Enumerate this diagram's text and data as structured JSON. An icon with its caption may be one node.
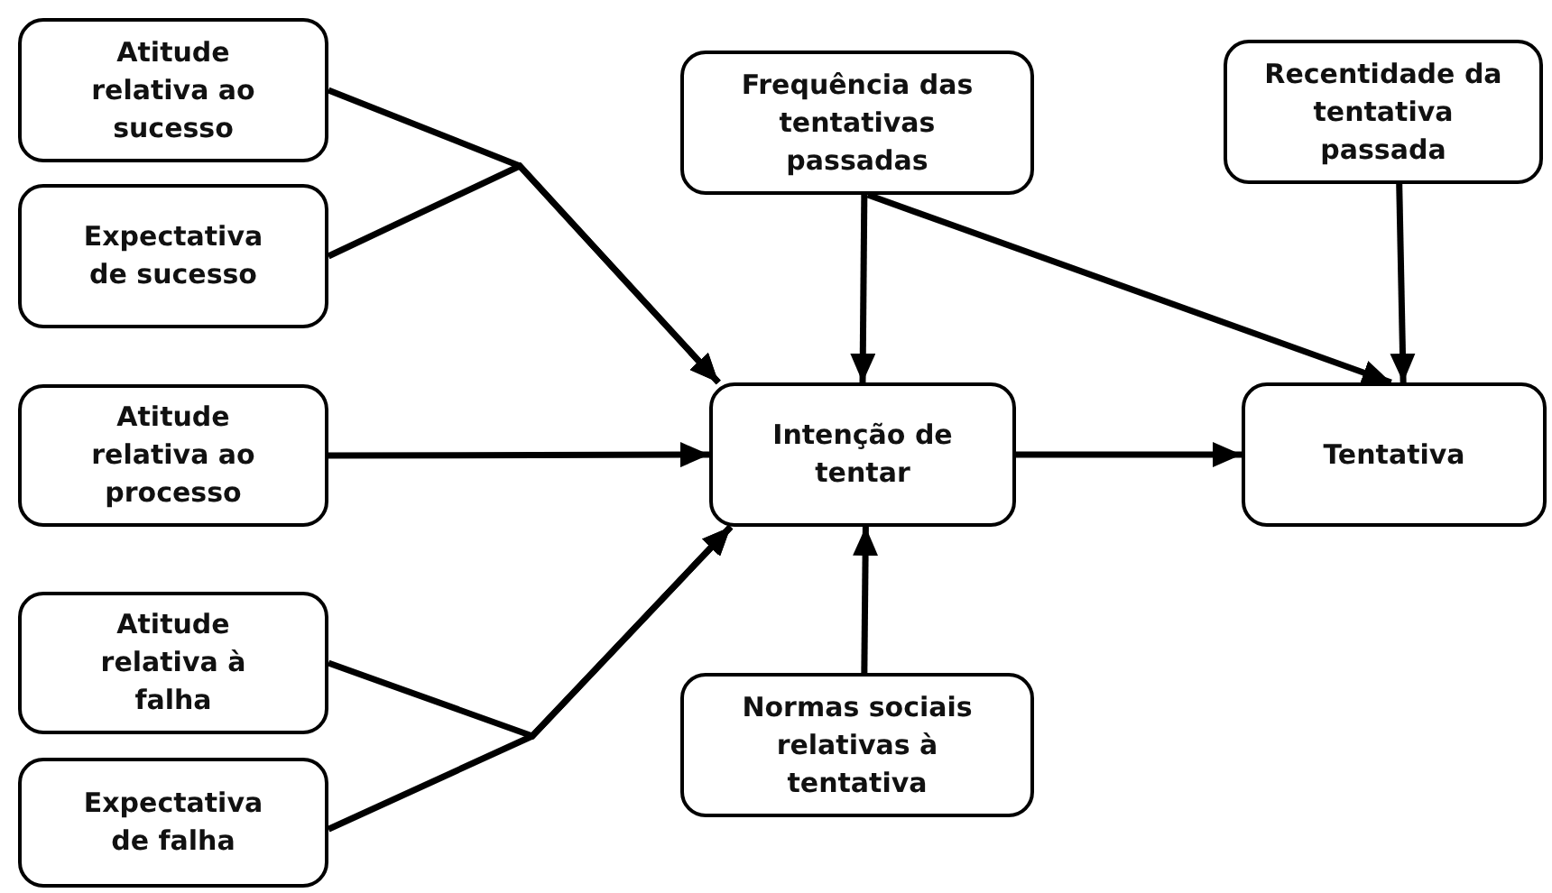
{
  "diagram": {
    "nodes": [
      {
        "text": [
          "Atitude relativa ao sucesso"
        ]
      },
      {
        "text": [
          "Expectativa de sucesso"
        ]
      },
      {
        "text": [
          "Atitude relativa ao processo"
        ]
      },
      {
        "text": [
          "Atitude relativa à falha"
        ]
      },
      {
        "text": [
          "Expectativa de falha"
        ]
      },
      {
        "text": [
          "Frequência das tentativas passadas"
        ]
      },
      {
        "text": [
          "Recentidade da tentativa passada"
        ]
      },
      {
        "text": [
          "Intenção de tentar"
        ]
      },
      {
        "text": [
          "Tentativa"
        ]
      },
      {
        "text": [
          "Normas sociais relativas à tentativa"
        ]
      }
    ],
    "edges": [
      {
        "from": 0,
        "to": 7,
        "arrow": "to"
      },
      {
        "from": 1,
        "to": 7,
        "arrow": "to"
      },
      {
        "from": 2,
        "to": 7,
        "arrow": "to"
      },
      {
        "from": 3,
        "to": 7,
        "arrow": "to"
      },
      {
        "from": 4,
        "to": 7,
        "arrow": "to"
      },
      {
        "from": 7,
        "to": 8,
        "arrow": "to"
      },
      {
        "from": 5,
        "to": 7,
        "arrow": "to"
      },
      {
        "from": 5,
        "to": 8,
        "arrow": "to"
      },
      {
        "from": 6,
        "to": 8,
        "arrow": "to"
      },
      {
        "from": 9,
        "to": 7,
        "arrow": "to"
      }
    ]
  }
}
